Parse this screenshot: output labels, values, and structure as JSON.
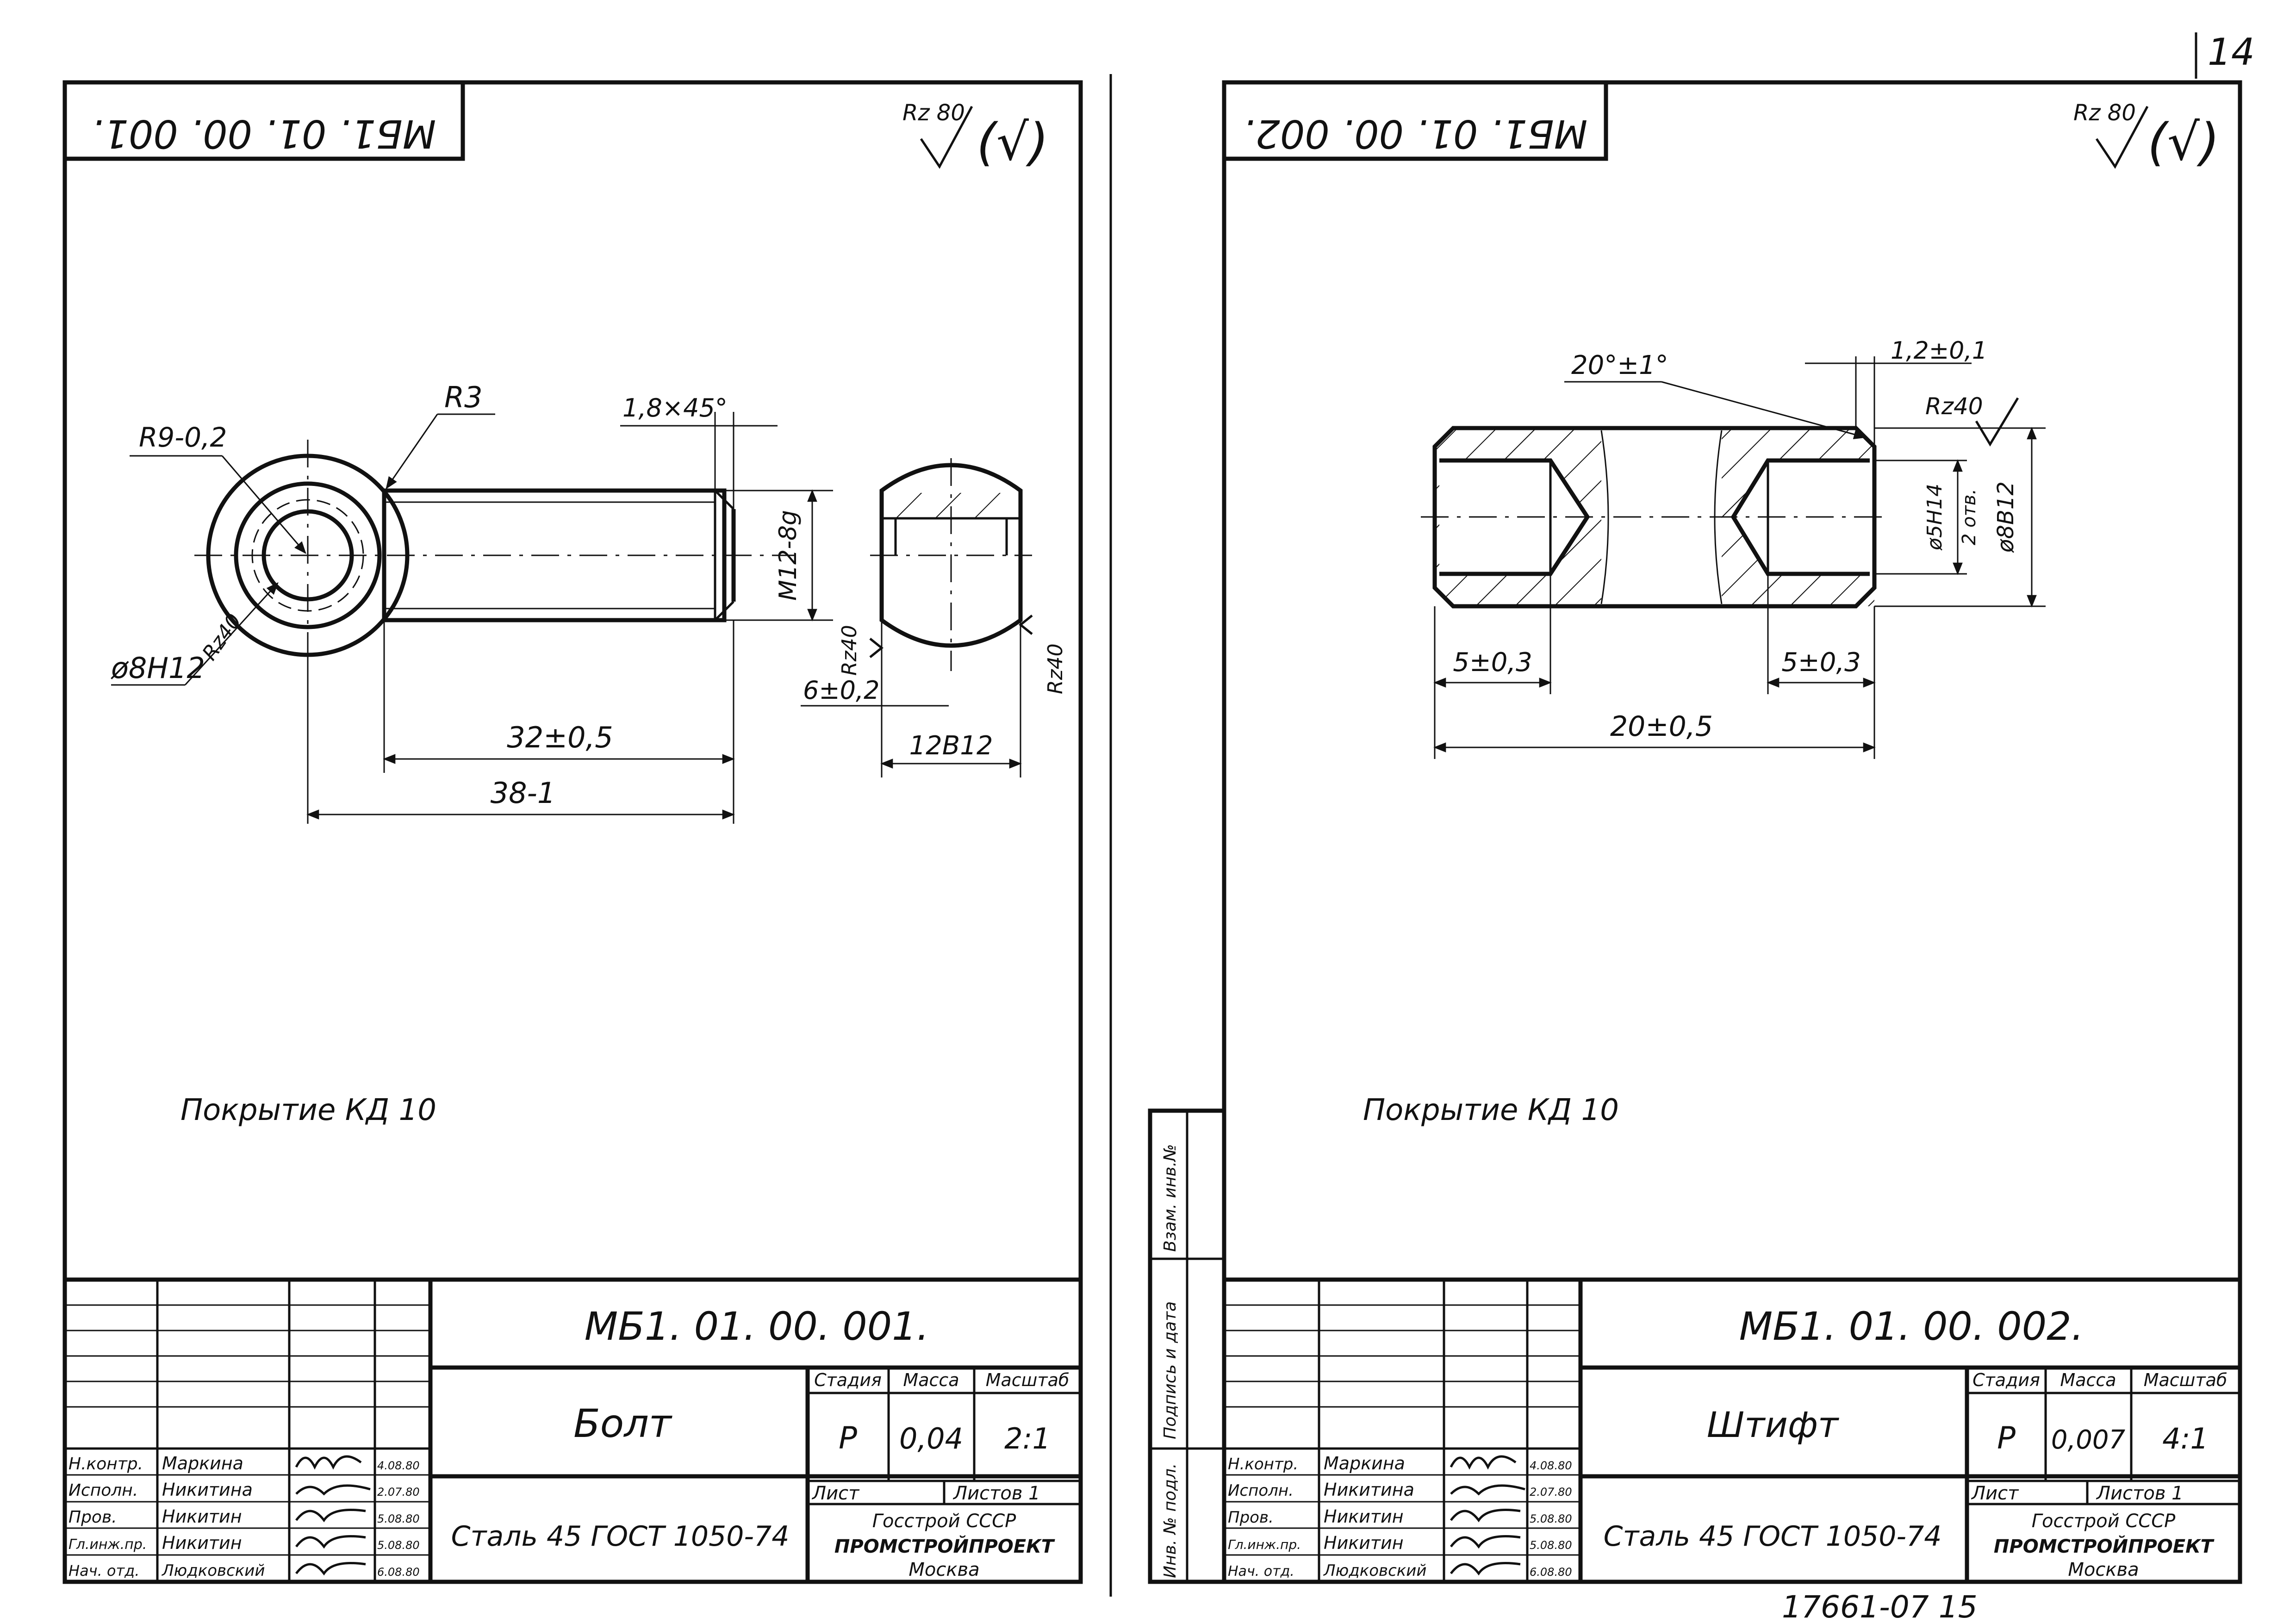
{
  "page_number": "14",
  "bottom_stamp": "17661-07  15",
  "side_labels": {
    "inv_podl": "Инв. № подл.",
    "podpis_data": "Подпись и дата",
    "vzam_inv": "Взам. инв.№"
  },
  "sheet1": {
    "mirrored_code": "МБ1. 01. 00. 001.",
    "roughness_general": "Rz 80",
    "roughness_paren": "(√)",
    "dims": {
      "radius_outer": "R9-0,2",
      "radius_fillet": "R3",
      "chamfer": "1,8×45°",
      "thread": "M12-8g",
      "hole": "ø8H12",
      "rz_ring": "Rz40",
      "length_thread": "32±0,5",
      "length_total": "38-1",
      "rz_left": "Rz40",
      "rz_right": "Rz40",
      "thickness": "6±0,2",
      "width": "12В12"
    },
    "coating": "Покрытие  КД 10",
    "title_block": {
      "code": "МБ1. 01. 00. 001.",
      "name": "Болт",
      "material": "Сталь 45  ГОСТ 1050-74",
      "headers": {
        "stage": "Стадия",
        "mass": "Масса",
        "scale": "Масштаб"
      },
      "stage": "Р",
      "mass": "0,04",
      "scale": "2:1",
      "sheet": "Лист",
      "sheets": "Листов  1",
      "org1": "Госстрой  СССР",
      "org2": "ПРОМСТРОЙПРОЕКТ",
      "org3": "Москва",
      "rows": [
        {
          "role": "Н.контр.",
          "name": "Маркина",
          "date": "4.08.80"
        },
        {
          "role": "Исполн.",
          "name": "Никитина",
          "date": "2.07.80"
        },
        {
          "role": "Пров.",
          "name": "Никитин",
          "date": "5.08.80"
        },
        {
          "role": "Гл.инж.пр.",
          "name": "Никитин",
          "date": "5.08.80"
        },
        {
          "role": "Нач. отд.",
          "name": "Людковский",
          "date": "6.08.80"
        }
      ]
    }
  },
  "sheet2": {
    "mirrored_code": "МБ1. 01. 00. 002.",
    "roughness_general": "Rz 80",
    "roughness_paren": "(√)",
    "dims": {
      "angle": "20°±1°",
      "chamfer": "1,2±0,1",
      "rz": "Rz40",
      "hole": "ø5H14",
      "holes_count": "2 отв.",
      "diameter": "ø8В12",
      "depth_left": "5±0,3",
      "depth_right": "5±0,3",
      "length": "20±0,5"
    },
    "coating": "Покрытие   КД 10",
    "title_block": {
      "code": "МБ1. 01. 00. 002.",
      "name": "Штифт",
      "material": "Сталь 45   ГОСТ 1050-74",
      "headers": {
        "stage": "Стадия",
        "mass": "Масса",
        "scale": "Масштаб"
      },
      "stage": "Р",
      "mass": "0,007",
      "scale": "4:1",
      "sheet": "Лист",
      "sheets": "Листов 1",
      "org1": "Госстрой  СССР",
      "org2": "ПРОМСТРОЙПРОЕКТ",
      "org3": "Москва",
      "rows": [
        {
          "role": "Н.контр.",
          "name": "Маркина",
          "date": "4.08.80"
        },
        {
          "role": "Исполн.",
          "name": "Никитина",
          "date": "2.07.80"
        },
        {
          "role": "Пров.",
          "name": "Никитин",
          "date": "5.08.80"
        },
        {
          "role": "Гл.инж.пр.",
          "name": "Никитин",
          "date": "5.08.80"
        },
        {
          "role": "Нач. отд.",
          "name": "Людковский",
          "date": "6.08.80"
        }
      ]
    }
  }
}
